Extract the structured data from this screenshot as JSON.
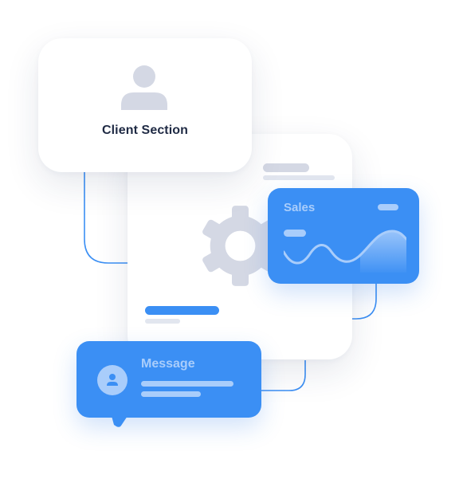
{
  "client_card": {
    "label": "Client Section",
    "icon": "user-icon"
  },
  "config_card": {
    "icon": "gear-icon"
  },
  "sales_card": {
    "title": "Sales",
    "chart_icon": "wave-chart-icon"
  },
  "message_card": {
    "title": "Message",
    "icon": "user-icon"
  },
  "colors": {
    "accent_blue": "#3b8ff4",
    "light_blue": "#a9cdfb",
    "gray_shape": "#d4d8e4",
    "label_dark": "#1f2a44",
    "connector": "#3b8ff4"
  }
}
